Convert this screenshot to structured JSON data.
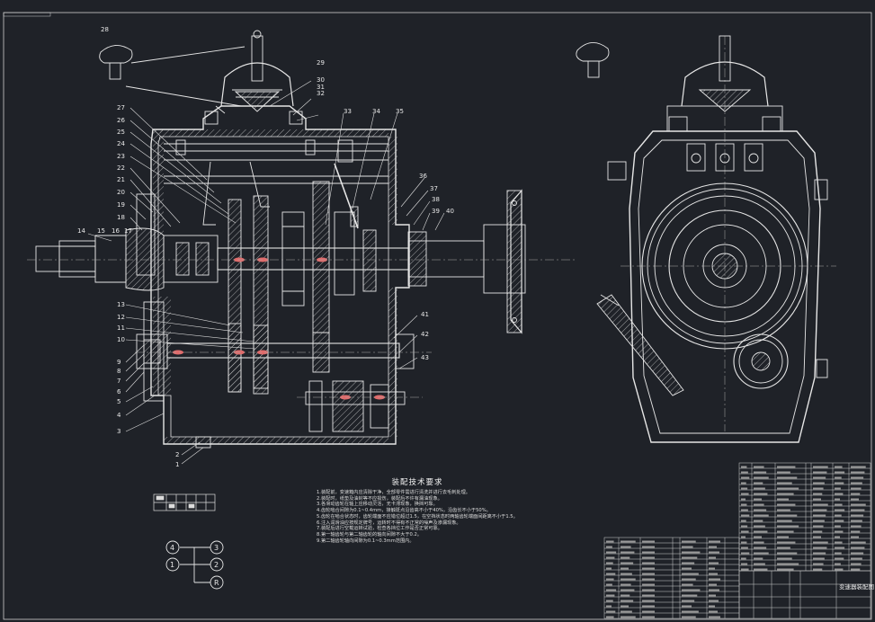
{
  "drawing": {
    "title_block_name": "变速器装配图",
    "notes_title": "装配技术要求",
    "notes": [
      "1.装配前，变速箱内应清除干净，全部零件需进行清洗并进行去毛刺处理。",
      "2.装配时，纸垫及油封等不应损伤，装配后不许有漏油现象。",
      "3.各滑动齿轮在轴上应移动灵活，无卡滞现象，换挡可靠。",
      "4.齿轮啮合间隙为0.1~0.4mm，接触斑点沿齿高不小于40%，沿齿长不小于50%。",
      "5.齿轮在啮合状态时，齿轮端面不应错位超过1.5，在空挡状态时两轴齿轮端面间距离不小于1.5。",
      "6.注入润滑油应按规定牌号，运转时不得有不正常的噪声及渗漏现象。",
      "7.装配后进行空载运转试验，检查各挡位工作是否正常可靠。",
      "8.第一轴齿轮与第二轴齿轮的轴向间隙不大于0.2。",
      "9.第二轴齿轮轴向间隙为0.1~0.3mm范围内。"
    ],
    "left_callouts": [
      "27",
      "26",
      "25",
      "24",
      "23",
      "22",
      "21",
      "20",
      "19",
      "18",
      "13",
      "12",
      "11",
      "10",
      "9",
      "8",
      "7",
      "6",
      "5",
      "4",
      "3"
    ],
    "callouts_14_17": [
      "14",
      "15",
      "16",
      "17"
    ],
    "top_callouts": [
      "28",
      "29",
      "30",
      "31",
      "32",
      "33",
      "34",
      "35"
    ],
    "right_callouts": [
      "36",
      "37",
      "38",
      "39",
      "40",
      "41",
      "42",
      "43"
    ],
    "bottom_callouts": [
      "2",
      "1"
    ],
    "symbol_legend": [
      "4",
      "3",
      "1",
      "2",
      "R"
    ]
  }
}
